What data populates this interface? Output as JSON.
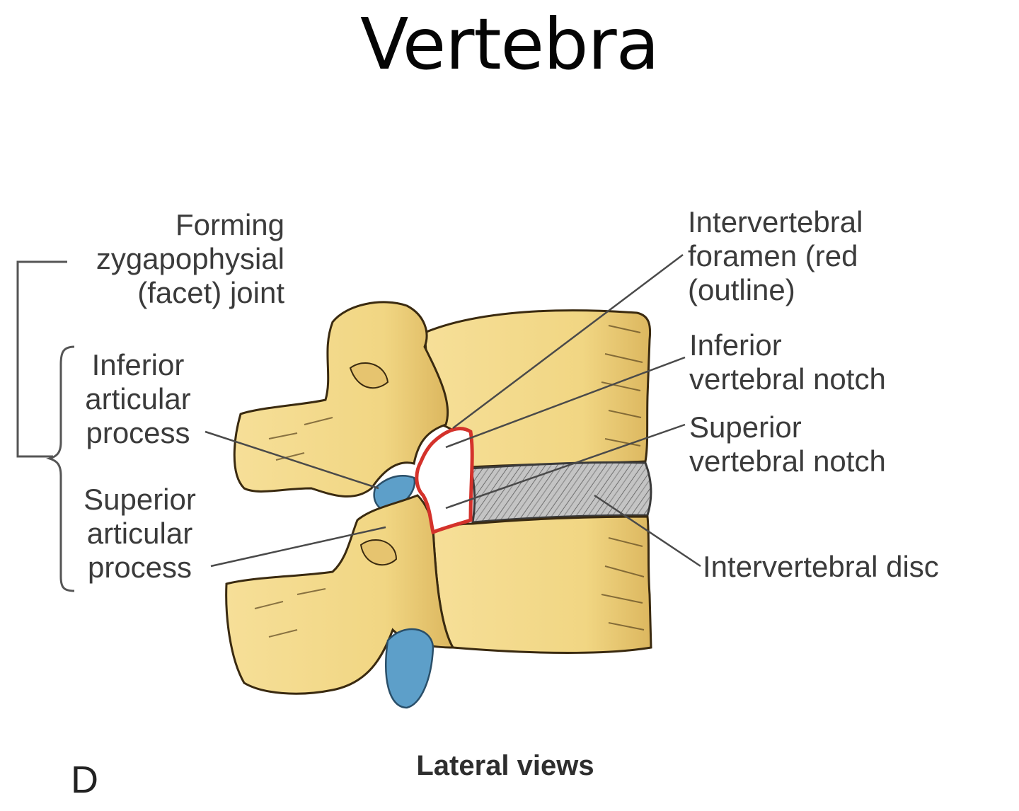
{
  "title": "Vertebra",
  "labels": {
    "forming": [
      "Forming",
      "zygapophysial",
      "(facet) joint"
    ],
    "inferior_articular": [
      "Inferior",
      "articular",
      "process"
    ],
    "superior_articular": [
      "Superior",
      "articular",
      "process"
    ],
    "intervertebral_foramen": [
      "Intervertebral",
      "foramen (red",
      "(outline)"
    ],
    "inferior_notch": [
      "Inferior",
      "vertebral notch"
    ],
    "superior_notch": [
      "Superior",
      "vertebral notch"
    ],
    "intervertebral_disc": "Intervertebral disc",
    "caption": "Lateral views",
    "panel_letter": "D"
  },
  "colors": {
    "bone": "#f3d98c",
    "bone_shadow": "#d9b25a",
    "cartilage": "#5d9fc9",
    "disc": "#b6b6b6",
    "foramen_outline": "#d4322b",
    "leader_line": "#4a4a4a"
  }
}
